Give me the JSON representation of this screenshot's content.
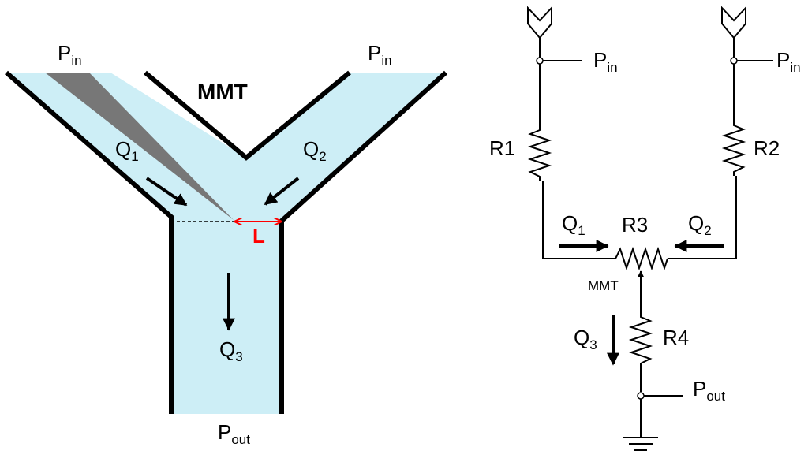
{
  "colors": {
    "channel_fill": "#cdeef6",
    "needle_fill": "#777777",
    "L_color": "#ff0000",
    "line": "#000000"
  },
  "channel": {
    "inlet_left": {
      "label": "P",
      "sub": "in"
    },
    "inlet_right": {
      "label": "P",
      "sub": "in"
    },
    "outlet": {
      "label": "P",
      "sub": "out"
    },
    "junction_label": "MMT",
    "flow_1": {
      "label": "Q",
      "sub": "1"
    },
    "flow_2": {
      "label": "Q",
      "sub": "2"
    },
    "flow_3": {
      "label": "Q",
      "sub": "3"
    },
    "width_label": "L"
  },
  "circuit": {
    "source_left": {
      "label": "P",
      "sub": "in"
    },
    "source_right": {
      "label": "P",
      "sub": "in"
    },
    "sink": {
      "label": "P",
      "sub": "out"
    },
    "resistors": [
      "R1",
      "R2",
      "R3",
      "R4"
    ],
    "junction_label": "MMT",
    "flow_1": {
      "label": "Q",
      "sub": "1"
    },
    "flow_2": {
      "label": "Q",
      "sub": "2"
    },
    "flow_3": {
      "label": "Q",
      "sub": "3"
    }
  }
}
